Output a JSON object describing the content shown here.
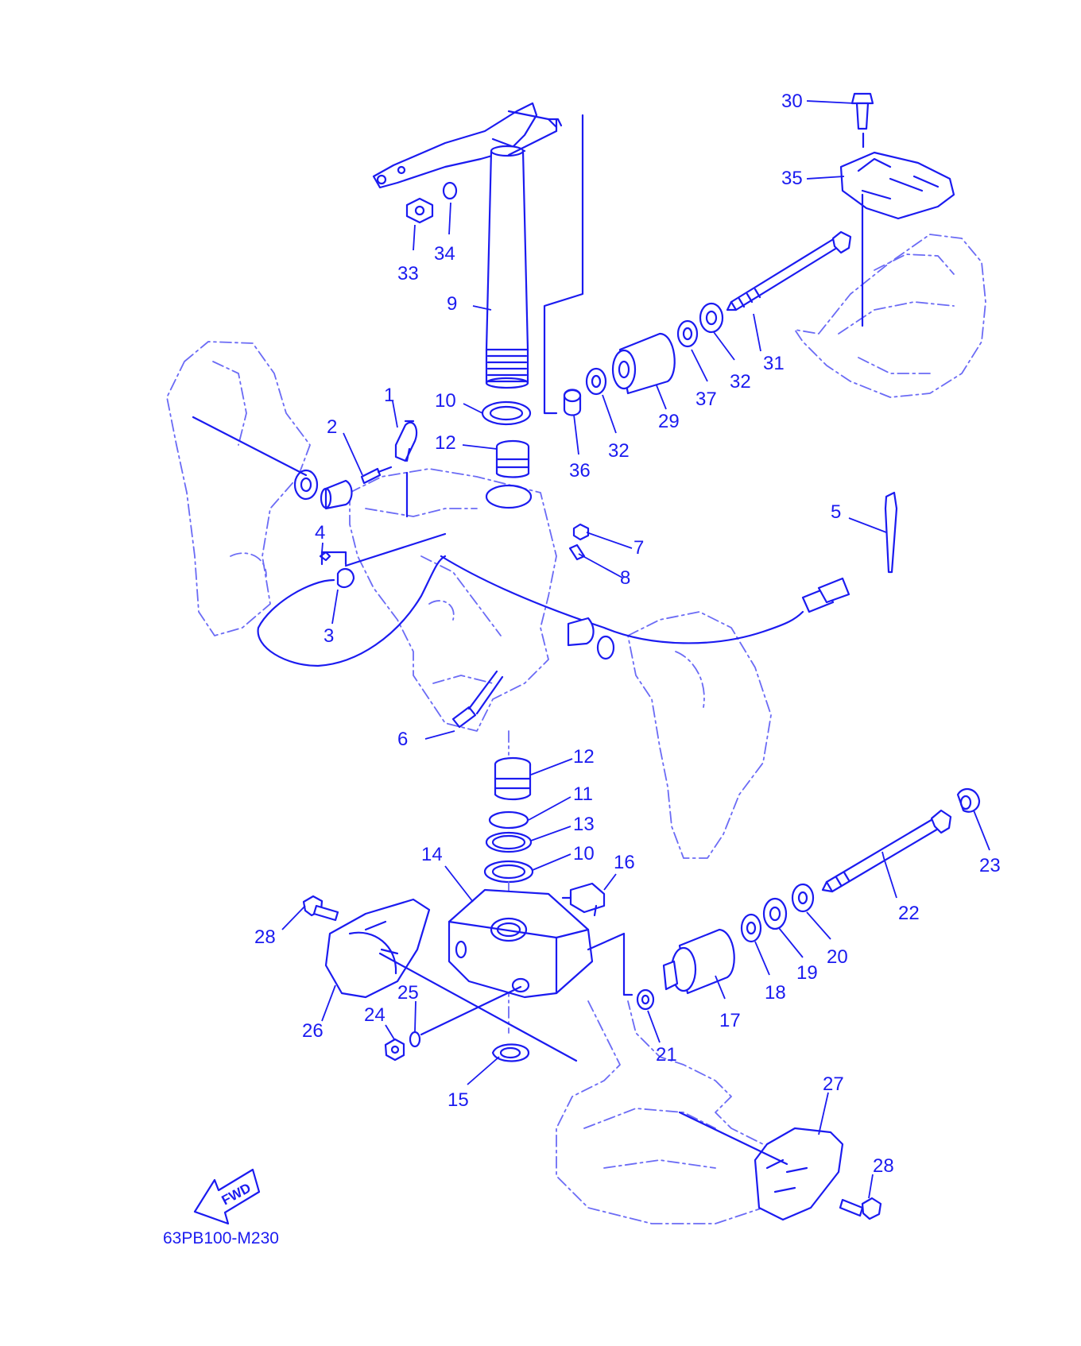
{
  "diagram_code": "63PB100-M230",
  "fwd_label": "FWD",
  "ink_color": "#1b1bf0",
  "callouts": [
    {
      "id": "1",
      "text": "1"
    },
    {
      "id": "2",
      "text": "2"
    },
    {
      "id": "3",
      "text": "3"
    },
    {
      "id": "4",
      "text": "4"
    },
    {
      "id": "5",
      "text": "5"
    },
    {
      "id": "6",
      "text": "6"
    },
    {
      "id": "7",
      "text": "7"
    },
    {
      "id": "8",
      "text": "8"
    },
    {
      "id": "9",
      "text": "9"
    },
    {
      "id": "10a",
      "text": "10"
    },
    {
      "id": "10b",
      "text": "10"
    },
    {
      "id": "11",
      "text": "11"
    },
    {
      "id": "12a",
      "text": "12"
    },
    {
      "id": "12b",
      "text": "12"
    },
    {
      "id": "13",
      "text": "13"
    },
    {
      "id": "14",
      "text": "14"
    },
    {
      "id": "15",
      "text": "15"
    },
    {
      "id": "16",
      "text": "16"
    },
    {
      "id": "17",
      "text": "17"
    },
    {
      "id": "18",
      "text": "18"
    },
    {
      "id": "19",
      "text": "19"
    },
    {
      "id": "20",
      "text": "20"
    },
    {
      "id": "21",
      "text": "21"
    },
    {
      "id": "22",
      "text": "22"
    },
    {
      "id": "23",
      "text": "23"
    },
    {
      "id": "24",
      "text": "24"
    },
    {
      "id": "25",
      "text": "25"
    },
    {
      "id": "26",
      "text": "26"
    },
    {
      "id": "27",
      "text": "27"
    },
    {
      "id": "28a",
      "text": "28"
    },
    {
      "id": "28b",
      "text": "28"
    },
    {
      "id": "29",
      "text": "29"
    },
    {
      "id": "30",
      "text": "30"
    },
    {
      "id": "31",
      "text": "31"
    },
    {
      "id": "32a",
      "text": "32"
    },
    {
      "id": "32b",
      "text": "32"
    },
    {
      "id": "33",
      "text": "33"
    },
    {
      "id": "34",
      "text": "34"
    },
    {
      "id": "35",
      "text": "35"
    },
    {
      "id": "36",
      "text": "36"
    },
    {
      "id": "37",
      "text": "37"
    }
  ]
}
